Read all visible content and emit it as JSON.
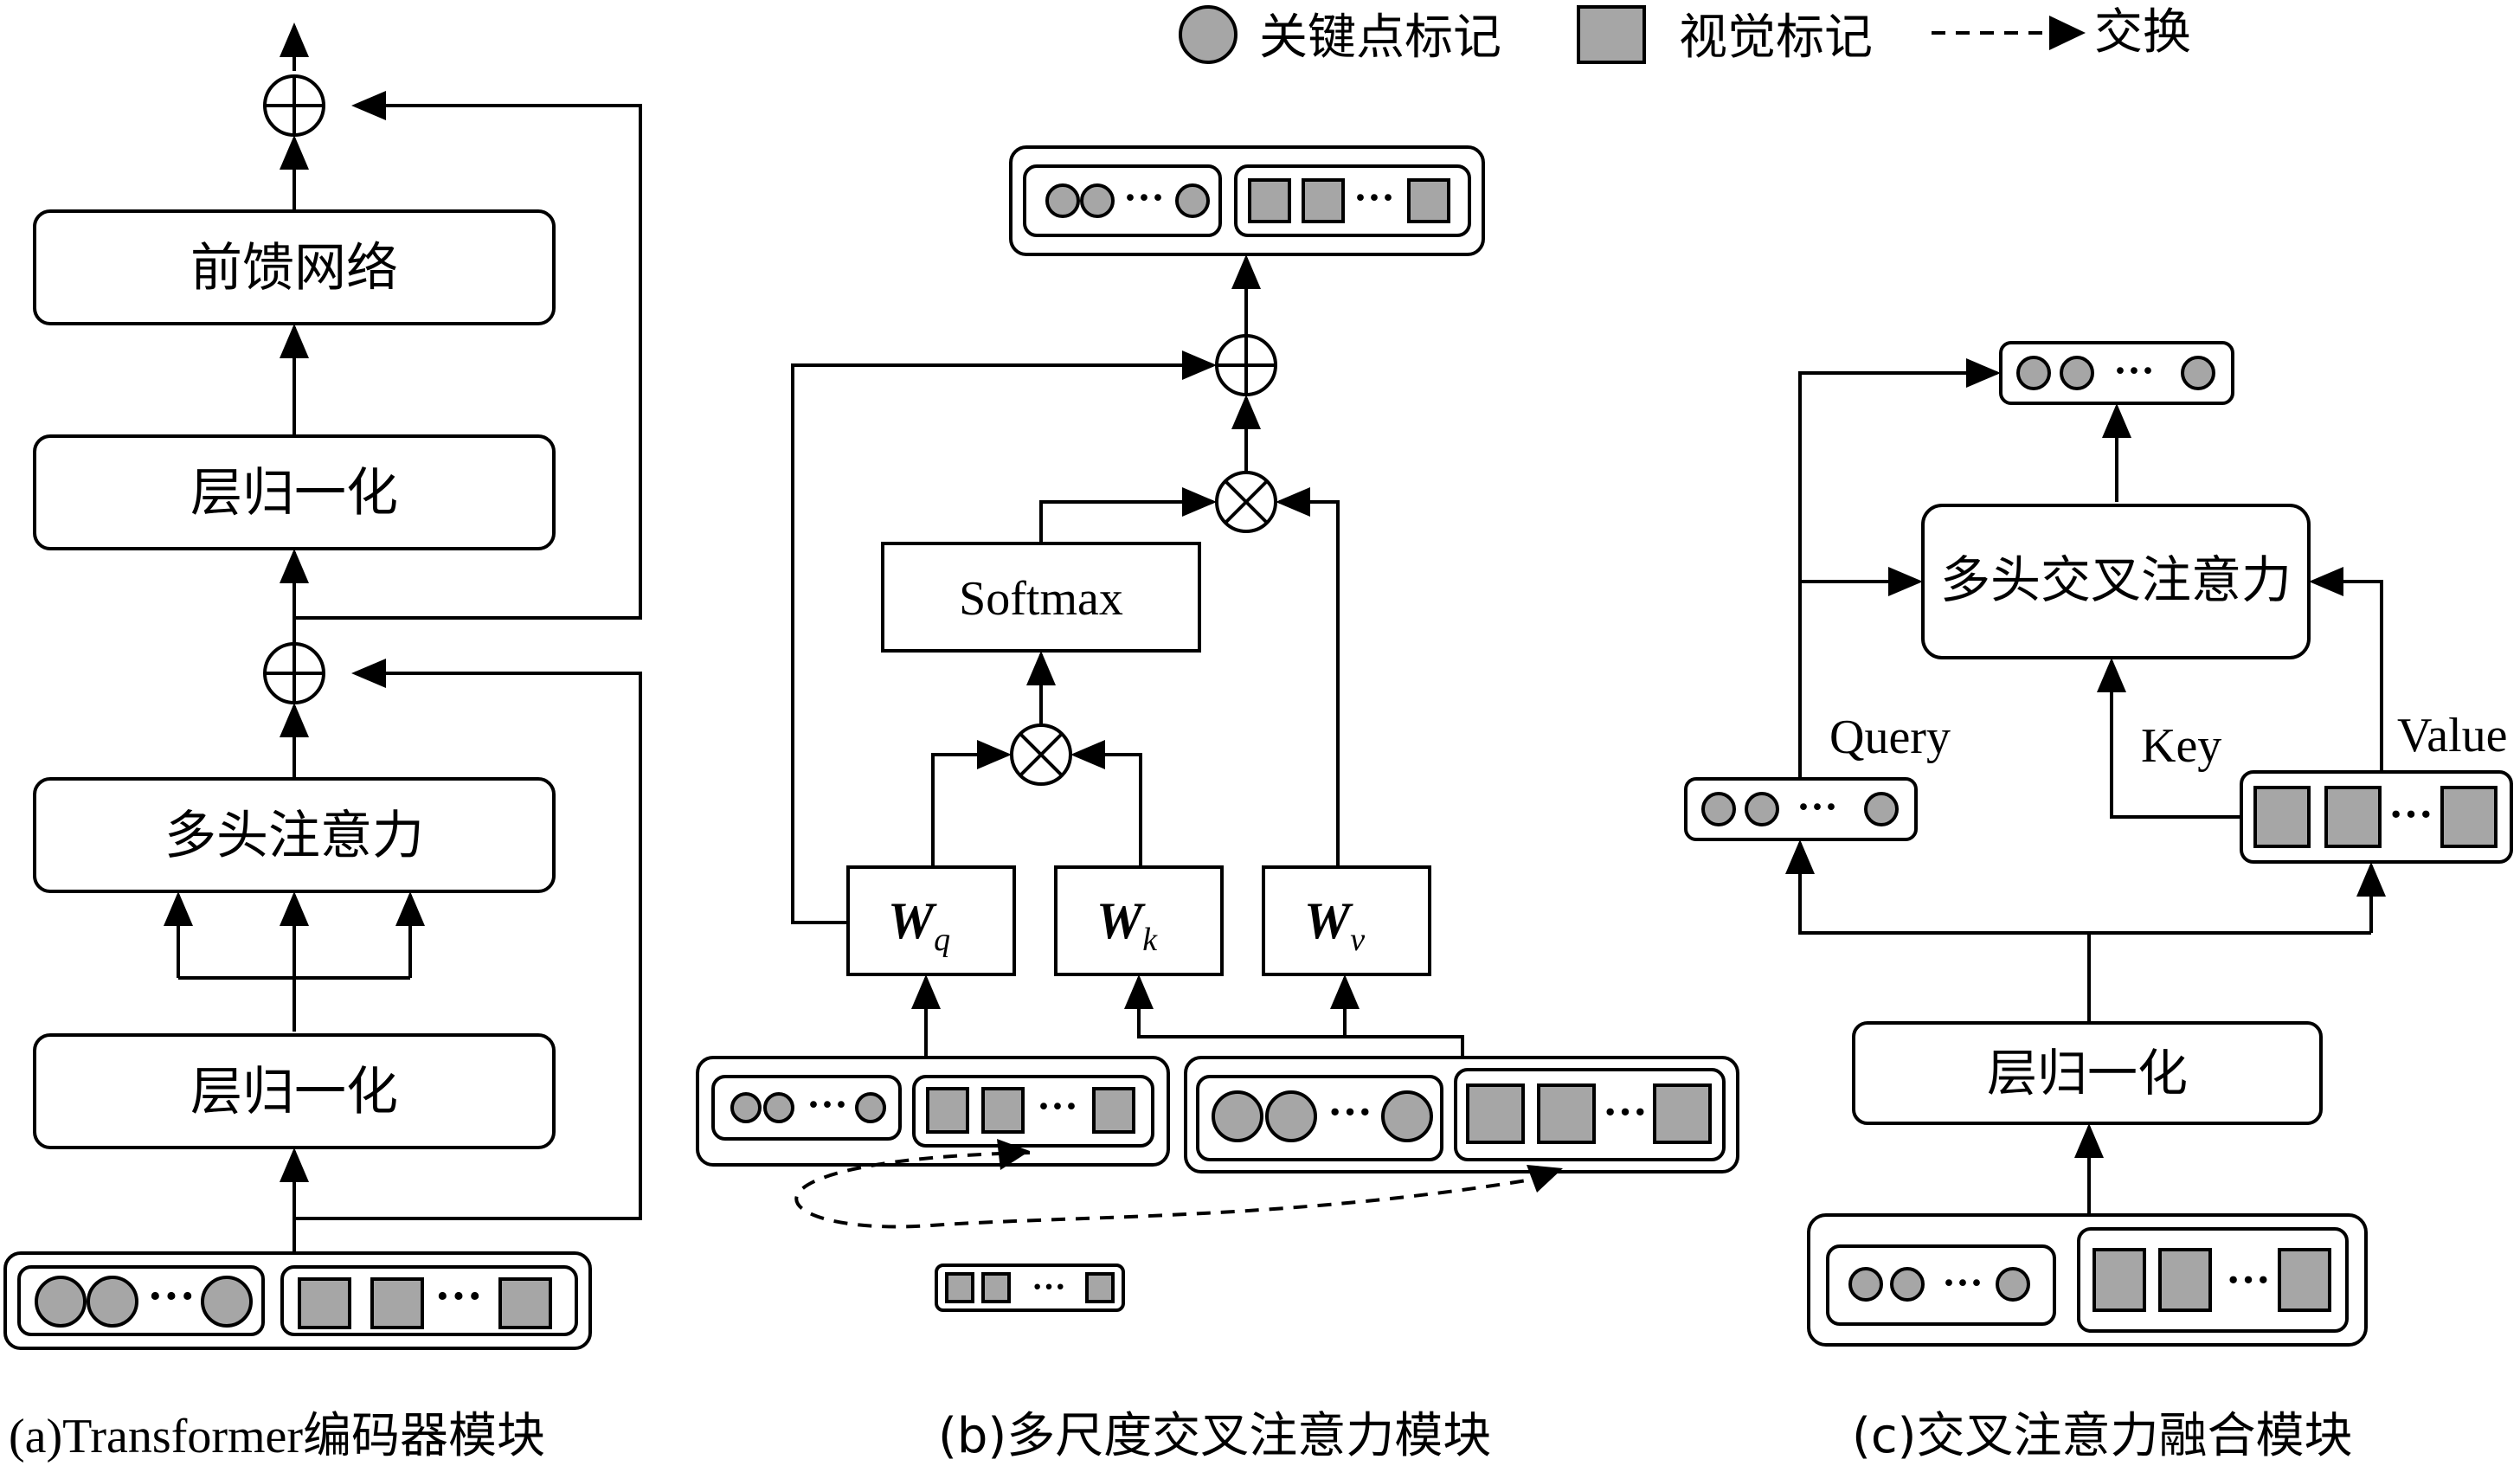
{
  "legend": {
    "keypoint_label": "关键点标记",
    "visual_label": "视觉标记",
    "exchange_label": "交换"
  },
  "panel_a": {
    "caption": "(a)Transformer编码器模块",
    "ffn_label": "前馈网络",
    "norm_top_label": "层归一化",
    "mha_label": "多头注意力",
    "norm_bottom_label": "层归一化"
  },
  "panel_b": {
    "caption": "(b)多尺度交叉注意力模块",
    "softmax_label": "Softmax",
    "wq_label": "W",
    "wq_sub": "q",
    "wk_label": "W",
    "wk_sub": "k",
    "wv_label": "W",
    "wv_sub": "v"
  },
  "panel_c": {
    "caption": "(c)交叉注意力融合模块",
    "mhca_label": "多头交叉注意力",
    "query_label": "Query",
    "key_label": "Key",
    "value_label": "Value",
    "norm_label": "层归一化"
  },
  "ellipsis": "···",
  "colors": {
    "token_fill": "#a6a6a6",
    "stroke": "#000000",
    "background": "#ffffff"
  }
}
